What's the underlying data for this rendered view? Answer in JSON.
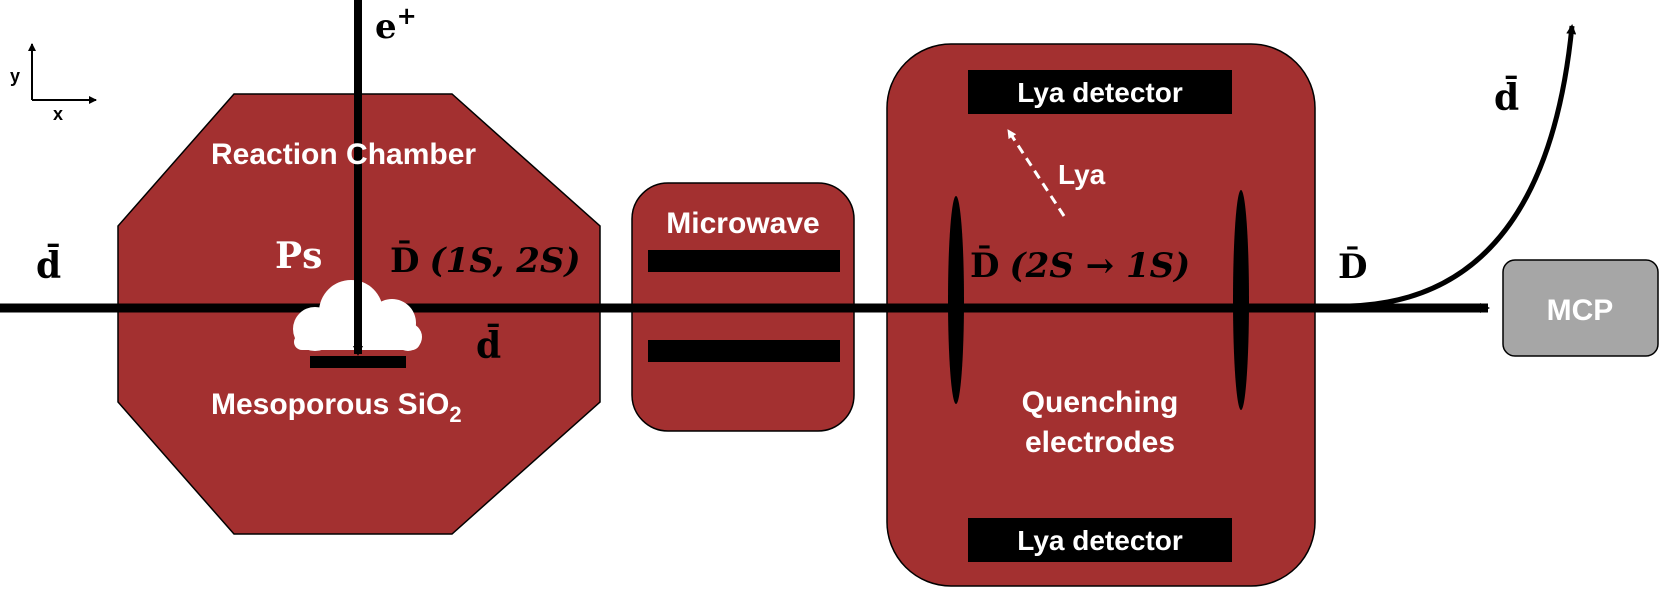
{
  "axes": {
    "y_label": "y",
    "x_label": "x"
  },
  "beam_in": {
    "label": "d̄"
  },
  "positron": {
    "label": "e",
    "superscript": "+"
  },
  "reaction_chamber": {
    "title": "Reaction Chamber",
    "ps_label": "Ps",
    "product_label": "D̄",
    "product_states": "(1S, 2S)",
    "dbar_label": "d̄",
    "target_label": "Mesoporous SiO",
    "target_subscript": "2"
  },
  "microwave": {
    "title": "Microwave"
  },
  "quench": {
    "detector_top": "Lya detector",
    "detector_bottom": "Lya detector",
    "photon_label": "Lya",
    "transition_symbol": "D̄",
    "transition": "(2S → 1S)",
    "electrodes_line1": "Quenching",
    "electrodes_line2": "electrodes"
  },
  "exit": {
    "dbar_label": "D̄",
    "deflected_label": "d̄"
  },
  "mcp": {
    "label": "MCP"
  },
  "colors": {
    "chamber_fill": "#a33030",
    "mcp_fill": "#a6a6a6",
    "detector_fill": "#000000",
    "text_white": "#ffffff",
    "line": "#000000"
  }
}
